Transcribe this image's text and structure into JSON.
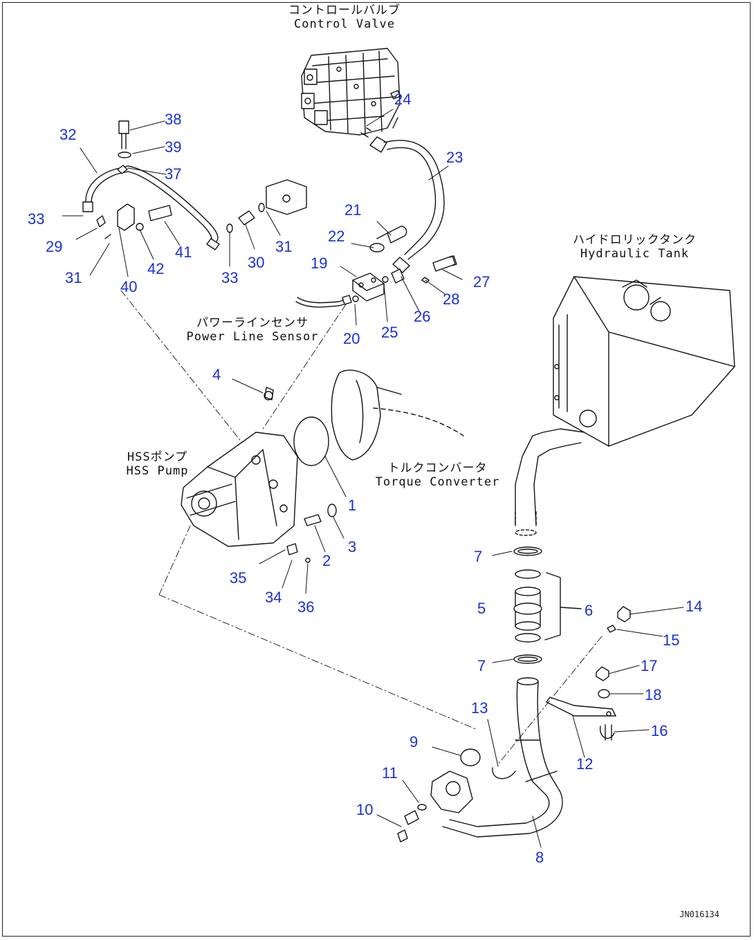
{
  "component_labels": [
    {
      "id": "control-valve",
      "jp": "コントロールバルブ",
      "en": "Control Valve"
    },
    {
      "id": "power-line-sensor",
      "jp": "パワーラインセンサ",
      "en": "Power Line Sensor"
    },
    {
      "id": "hydraulic-tank",
      "jp": "ハイドロリックタンク",
      "en": "Hydraulic Tank"
    },
    {
      "id": "hss-pump",
      "jp": "HSSポンプ",
      "en": "HSS Pump"
    },
    {
      "id": "torque-converter",
      "jp": "トルクコンバータ",
      "en": "Torque Converter"
    }
  ],
  "callouts": [
    "38",
    "39",
    "37",
    "32",
    "33",
    "29",
    "31",
    "40",
    "42",
    "41",
    "33",
    "30",
    "31",
    "24",
    "23",
    "21",
    "22",
    "19",
    "25",
    "26",
    "28",
    "27",
    "20",
    "4",
    "1",
    "3",
    "2",
    "35",
    "34",
    "36",
    "7",
    "5",
    "6",
    "7",
    "14",
    "15",
    "17",
    "18",
    "16",
    "13",
    "12",
    "9",
    "11",
    "10",
    "8"
  ],
  "drawing_code": "JN016134",
  "accent_color": "#1a2fd6"
}
